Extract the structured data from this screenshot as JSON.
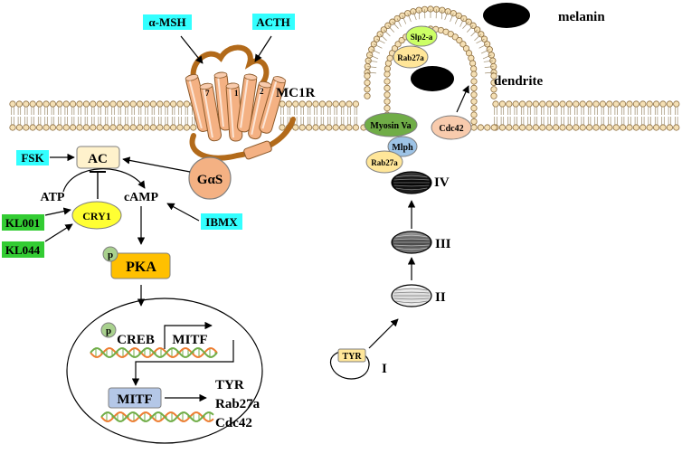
{
  "ligands": {
    "amsh": "α-MSH",
    "acth": "ACTH",
    "fsk": "FSK",
    "ibmx": "IBMX",
    "kl001": "KL001",
    "kl044": "KL044"
  },
  "receptor": {
    "name": "MC1R",
    "helix_labels": [
      "7",
      "1",
      "2"
    ],
    "gprotein": "GαS"
  },
  "signaling": {
    "ac": "AC",
    "atp": "ATP",
    "camp": "cAMP",
    "cry1": "CRY1",
    "pka": "PKA",
    "phospho": "p"
  },
  "nucleus": {
    "creb": "CREB",
    "mitf_gene": "MITF",
    "mitf_protein": "MITF",
    "targets": [
      "TYR",
      "Rab27a",
      "Cdc42"
    ]
  },
  "melanosome": {
    "tyr": "TYR",
    "stages": [
      "I",
      "II",
      "III",
      "IV"
    ],
    "myosin": "Myosin Va",
    "mlph": "Mlph",
    "rab27a_lower": "Rab27a",
    "slp2a": "Slp2-a",
    "rab27a_upper": "Rab27a",
    "cdc42": "Cdc42",
    "dendrite": "dendrite",
    "melanin": "melanin"
  },
  "colors": {
    "cyan": "#33ffff",
    "green": "#33cc33",
    "ac_fill": "#fff2cc",
    "cry1_fill": "#ffff33",
    "pka_fill": "#ffc000",
    "mitf_fill": "#b4c7e7",
    "gas_fill": "#f4b183",
    "helix": "#f4b183",
    "loop": "#b26a1a",
    "myosin_fill": "#70ad47",
    "mlph_fill": "#9dc3e6",
    "rab_fill": "#ffe699",
    "slp_fill": "#ccff66",
    "cdc_fill": "#f8cbad",
    "lipid_head": "#f5e0b5",
    "dna_orange": "#ed7d31",
    "dna_green": "#70ad47"
  }
}
